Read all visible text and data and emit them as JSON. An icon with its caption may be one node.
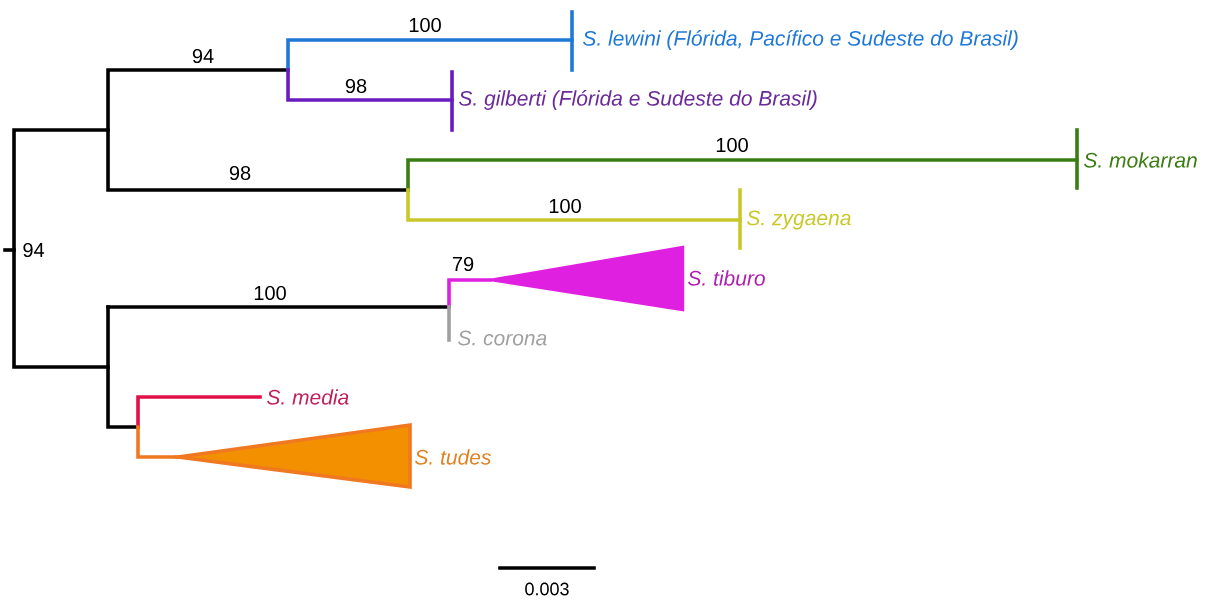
{
  "diagram": {
    "labels": [
      "100",
      "S. lewini (Flórida, Pacífico e Sudeste do Brasil)",
      "94",
      "98",
      "S. gilberti (Flórida e Sudeste do Brasil)",
      "100",
      "S. mokarran",
      "98",
      "100",
      "S. zygaena",
      "94",
      "79",
      "S. tiburo",
      "100",
      "S. corona",
      "S. media",
      "S. tudes",
      "0.003"
    ]
  }
}
